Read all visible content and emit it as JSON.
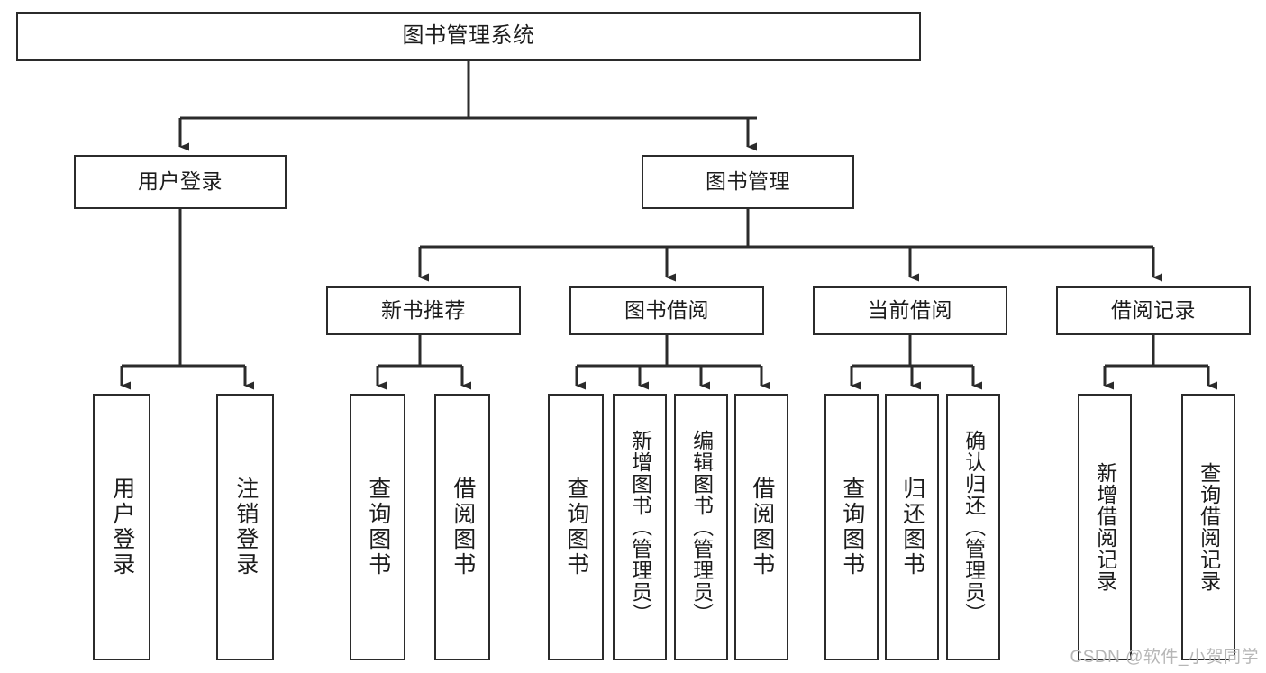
{
  "diagram": {
    "title": "图书管理系统",
    "watermark": "CSDN @软件_小贺同学",
    "style": {
      "box_border_color": "#2b2b2b",
      "box_fill_color": "#ffffff",
      "edge_color": "#2b2b2b",
      "background_color": "#ffffff",
      "text_color": "#1c1c1c"
    },
    "nodes": {
      "root": {
        "label": "图书管理系统"
      },
      "level2": [
        {
          "id": "user-login",
          "label": "用户登录"
        },
        {
          "id": "book-manage",
          "label": "图书管理"
        }
      ],
      "level3": [
        {
          "id": "new-book-recommend",
          "label": "新书推荐"
        },
        {
          "id": "book-borrow",
          "label": "图书借阅"
        },
        {
          "id": "current-borrow",
          "label": "当前借阅"
        },
        {
          "id": "borrow-record",
          "label": "借阅记录"
        }
      ],
      "leaves": {
        "user-login": [
          {
            "id": "leaf-user-login",
            "label": "用户登录"
          },
          {
            "id": "leaf-logout-login",
            "label": "注销登录"
          }
        ],
        "new-book-recommend": [
          {
            "id": "leaf-query-book-1",
            "label": "查询图书"
          },
          {
            "id": "leaf-borrow-book-1",
            "label": "借阅图书"
          }
        ],
        "book-borrow": [
          {
            "id": "leaf-query-book-2",
            "label": "查询图书"
          },
          {
            "id": "leaf-add-book",
            "label": "新增图书（管理员）"
          },
          {
            "id": "leaf-edit-book",
            "label": "编辑图书（管理员）"
          },
          {
            "id": "leaf-borrow-book-2",
            "label": "借阅图书"
          }
        ],
        "current-borrow": [
          {
            "id": "leaf-query-book-3",
            "label": "查询图书"
          },
          {
            "id": "leaf-return-book",
            "label": "归还图书"
          },
          {
            "id": "leaf-confirm-return",
            "label": "确认归还（管理员）"
          }
        ],
        "borrow-record": [
          {
            "id": "leaf-add-record",
            "label": "新增借阅记录"
          },
          {
            "id": "leaf-query-record",
            "label": "查询借阅记录"
          }
        ]
      }
    }
  }
}
